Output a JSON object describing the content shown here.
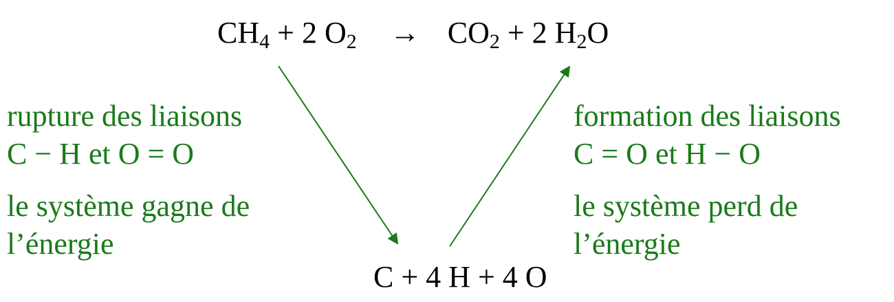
{
  "colors": {
    "equation_text": "#000000",
    "label_text": "#1a7a1a",
    "arrow": "#1a7a1a"
  },
  "equation": {
    "reactants": [
      {
        "text": "CH"
      },
      {
        "sub": "4"
      },
      {
        "text": " + 2 O"
      },
      {
        "sub": "2"
      }
    ],
    "arrow": "→",
    "products": [
      {
        "text": "CO"
      },
      {
        "sub": "2"
      },
      {
        "text": " + 2 H"
      },
      {
        "sub": "2"
      },
      {
        "text": "O"
      }
    ]
  },
  "atoms": "C + 4 H + 4 O",
  "left": {
    "title": "rupture des liaisons",
    "bonds": "C − H et O = O",
    "energy_line1": "le système gagne de",
    "energy_line2": "l’énergie"
  },
  "right": {
    "title": "formation des liaisons",
    "bonds": "C = O et H − O",
    "energy_line1": "le système perd de",
    "energy_line2": "l’énergie"
  }
}
